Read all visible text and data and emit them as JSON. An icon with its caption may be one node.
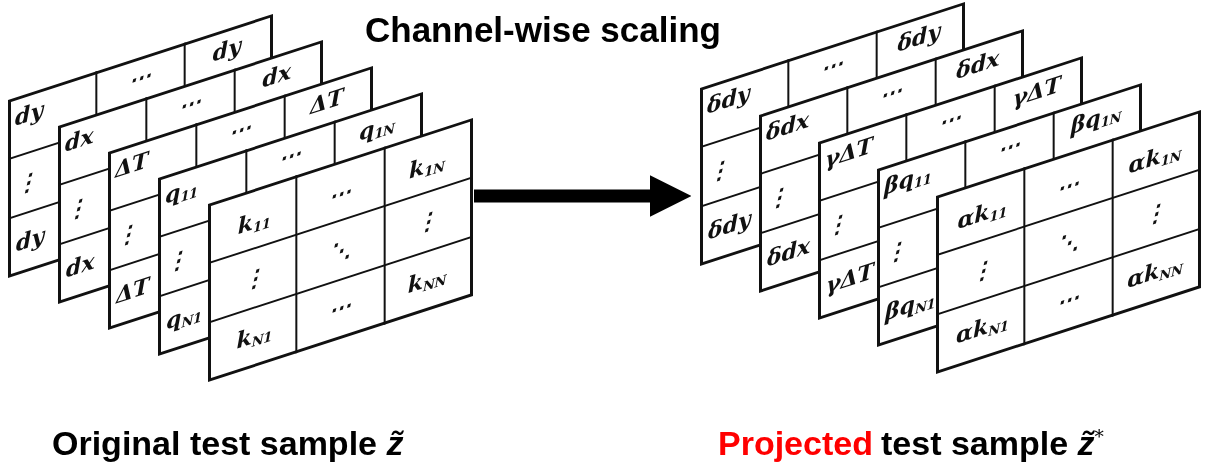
{
  "diagram": {
    "title": "Channel-wise scaling",
    "nodes": [
      {
        "text": [
          "dy",
          "⋯",
          "dy",
          "⋮",
          "dy"
        ]
      },
      {
        "text": [
          "dx",
          "⋯",
          "dx",
          "⋮",
          "dx"
        ]
      },
      {
        "text": [
          "ΔT",
          "⋯",
          "ΔT",
          "⋮",
          "ΔT"
        ]
      },
      {
        "text": [
          "q$_{11}$",
          "⋯",
          "q$_{1N}$",
          "⋮",
          "q$_{N1}$"
        ]
      },
      {
        "text": [
          "k$_{11}$",
          "⋯",
          "k$_{1N}$",
          "⋮",
          "⋱",
          "⋮",
          "k$_{N1}$",
          "⋯",
          "k$_{NN}$"
        ]
      },
      {
        "text": [
          "δdy",
          "⋯",
          "δdy",
          "⋮",
          "δdy"
        ]
      },
      {
        "text": [
          "δdx",
          "⋯",
          "δdx",
          "⋮",
          "δdx"
        ]
      },
      {
        "text": [
          "γΔT",
          "⋯",
          "γΔT",
          "⋮",
          "γΔT"
        ]
      },
      {
        "text": [
          "βq$_{11}$",
          "⋯",
          "βq$_{1N}$",
          "⋮",
          "βq$_{N1}$"
        ]
      },
      {
        "text": [
          "αk$_{11}$",
          "⋯",
          "αk$_{1N}$",
          "⋮",
          "⋱",
          "⋮",
          "αk$_{N1}$",
          "⋯",
          "αk$_{NN}$"
        ]
      }
    ],
    "edges": [
      {
        "from": 4,
        "to": 5,
        "arrow": "to"
      }
    ],
    "labels": [
      "Original test sample *z̃*",
      "Projected",
      "test sample *z̃*$^{*}$"
    ]
  }
}
